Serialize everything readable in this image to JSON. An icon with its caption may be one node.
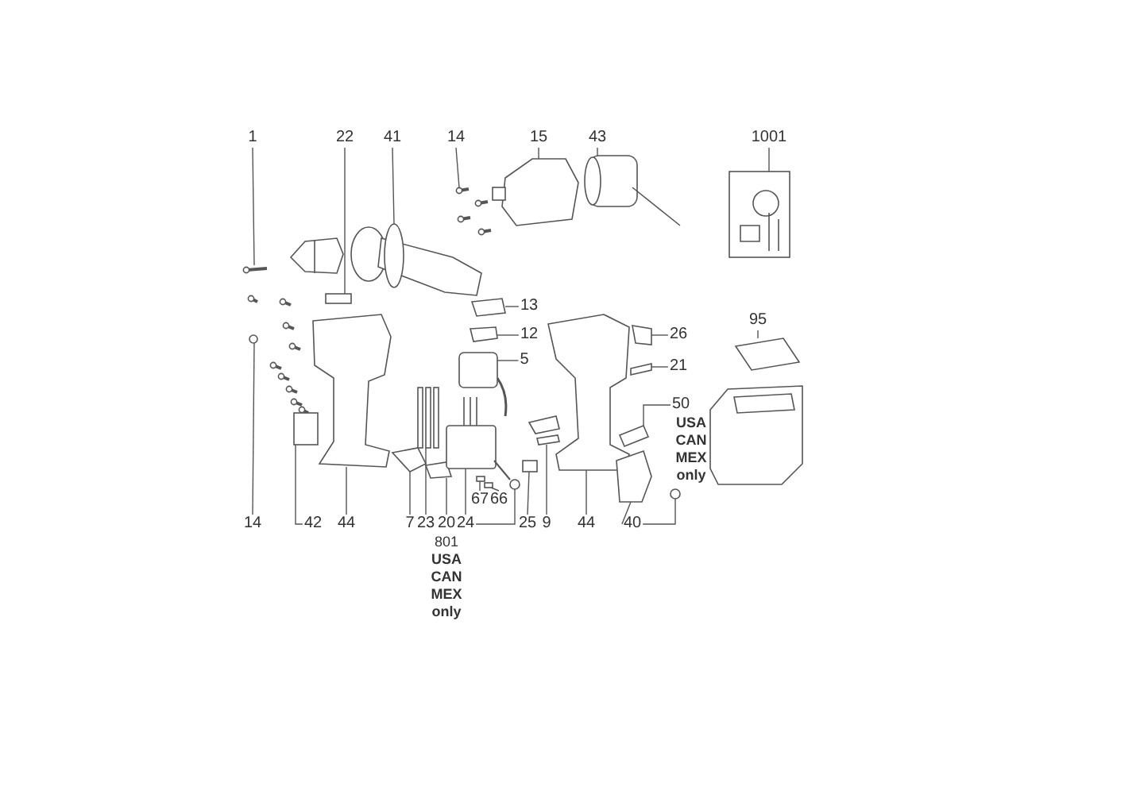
{
  "diagram": {
    "nodes": [
      {
        "text": [
          "1"
        ]
      },
      {
        "text": [
          "22"
        ]
      },
      {
        "text": [
          "41"
        ]
      },
      {
        "text": [
          "14"
        ]
      },
      {
        "text": [
          "15"
        ]
      },
      {
        "text": [
          "43"
        ]
      },
      {
        "text": [
          "1001"
        ]
      },
      {
        "text": [
          "13"
        ]
      },
      {
        "text": [
          "12"
        ]
      },
      {
        "text": [
          "5"
        ]
      },
      {
        "text": [
          "26"
        ]
      },
      {
        "text": [
          "21"
        ]
      },
      {
        "text": [
          "50"
        ],
        "beside": [
          "USA CAN MEX only"
        ]
      },
      {
        "text": [
          "95"
        ]
      },
      {
        "text": [
          "14"
        ]
      },
      {
        "text": [
          "42"
        ]
      },
      {
        "text": [
          "44"
        ]
      },
      {
        "text": [
          "7"
        ]
      },
      {
        "text": [
          "23"
        ]
      },
      {
        "text": [
          "20"
        ],
        "beside": [
          "801",
          "USA CAN MEX only"
        ]
      },
      {
        "text": [
          "24"
        ]
      },
      {
        "text": [
          "67"
        ]
      },
      {
        "text": [
          "66"
        ]
      },
      {
        "text": [
          "25"
        ]
      },
      {
        "text": [
          "9"
        ]
      },
      {
        "text": [
          "44"
        ]
      },
      {
        "text": [
          "40"
        ]
      },
      {
        "text": [],
        "shape": "picture"
      },
      {
        "text": [],
        "shape": "box"
      },
      {
        "text": [],
        "shape": "picture"
      },
      {
        "text": [],
        "shape": "picture"
      },
      {
        "text": [],
        "shape": "picture"
      },
      {
        "text": [],
        "shape": "picture"
      },
      {
        "text": [],
        "shape": "picture"
      },
      {
        "text": [],
        "shape": "picture"
      },
      {
        "text": [],
        "shape": "picture"
      },
      {
        "text": [],
        "shape": "picture"
      },
      {
        "text": [],
        "shape": "picture"
      },
      {
        "text": [],
        "shape": "picture"
      },
      {
        "text": [],
        "shape": "picture"
      },
      {
        "text": [],
        "shape": "picture"
      },
      {
        "text": [],
        "shape": "circle"
      },
      {
        "text": [],
        "shape": "box"
      },
      {
        "text": [],
        "shape": "picture"
      },
      {
        "text": [],
        "shape": "picture"
      },
      {
        "text": [],
        "shape": "picture"
      },
      {
        "text": [],
        "shape": "picture"
      },
      {
        "text": [],
        "shape": "picture"
      },
      {
        "text": [],
        "shape": "box"
      },
      {
        "text": [],
        "shape": "box"
      },
      {
        "text": [],
        "shape": "picture"
      },
      {
        "text": [],
        "shape": "box"
      },
      {
        "text": [],
        "shape": "picture"
      },
      {
        "text": [],
        "shape": "picture"
      },
      {
        "text": [],
        "shape": "picture"
      },
      {
        "text": [],
        "shape": "circle"
      }
    ],
    "edges": [
      {
        "from": 0,
        "to": 27,
        "arrow": "none"
      },
      {
        "from": 1,
        "to": 28,
        "arrow": "none"
      },
      {
        "from": 2,
        "to": 29,
        "arrow": "none"
      },
      {
        "from": 3,
        "to": 30,
        "arrow": "none"
      },
      {
        "from": 4,
        "to": 31,
        "arrow": "none"
      },
      {
        "from": 5,
        "to": 32,
        "arrow": "none"
      },
      {
        "from": 6,
        "to": 33,
        "arrow": "none"
      },
      {
        "from": 7,
        "to": 34,
        "arrow": "none"
      },
      {
        "from": 8,
        "to": 35,
        "arrow": "none"
      },
      {
        "from": 9,
        "to": 36,
        "arrow": "none"
      },
      {
        "from": 10,
        "to": 37,
        "arrow": "none"
      },
      {
        "from": 11,
        "to": 38,
        "arrow": "none"
      },
      {
        "from": 12,
        "to": 39,
        "arrow": "none"
      },
      {
        "from": 13,
        "to": 40,
        "arrow": "none"
      },
      {
        "from": 14,
        "to": 41,
        "arrow": "none"
      },
      {
        "from": 15,
        "to": 42,
        "arrow": "none"
      },
      {
        "from": 16,
        "to": 43,
        "arrow": "none"
      },
      {
        "from": 17,
        "to": 44,
        "arrow": "none"
      },
      {
        "from": 18,
        "to": 45,
        "arrow": "none"
      },
      {
        "from": 19,
        "to": 46,
        "arrow": "none"
      },
      {
        "from": 20,
        "to": 47,
        "arrow": "none"
      },
      {
        "from": 20,
        "to": 50,
        "arrow": "none"
      },
      {
        "from": 21,
        "to": 48,
        "arrow": "none"
      },
      {
        "from": 22,
        "to": 49,
        "arrow": "none"
      },
      {
        "from": 23,
        "to": 51,
        "arrow": "none"
      },
      {
        "from": 24,
        "to": 52,
        "arrow": "none"
      },
      {
        "from": 25,
        "to": 53,
        "arrow": "none"
      },
      {
        "from": 26,
        "to": 54,
        "arrow": "none"
      },
      {
        "from": 26,
        "to": 55,
        "arrow": "none"
      }
    ]
  }
}
